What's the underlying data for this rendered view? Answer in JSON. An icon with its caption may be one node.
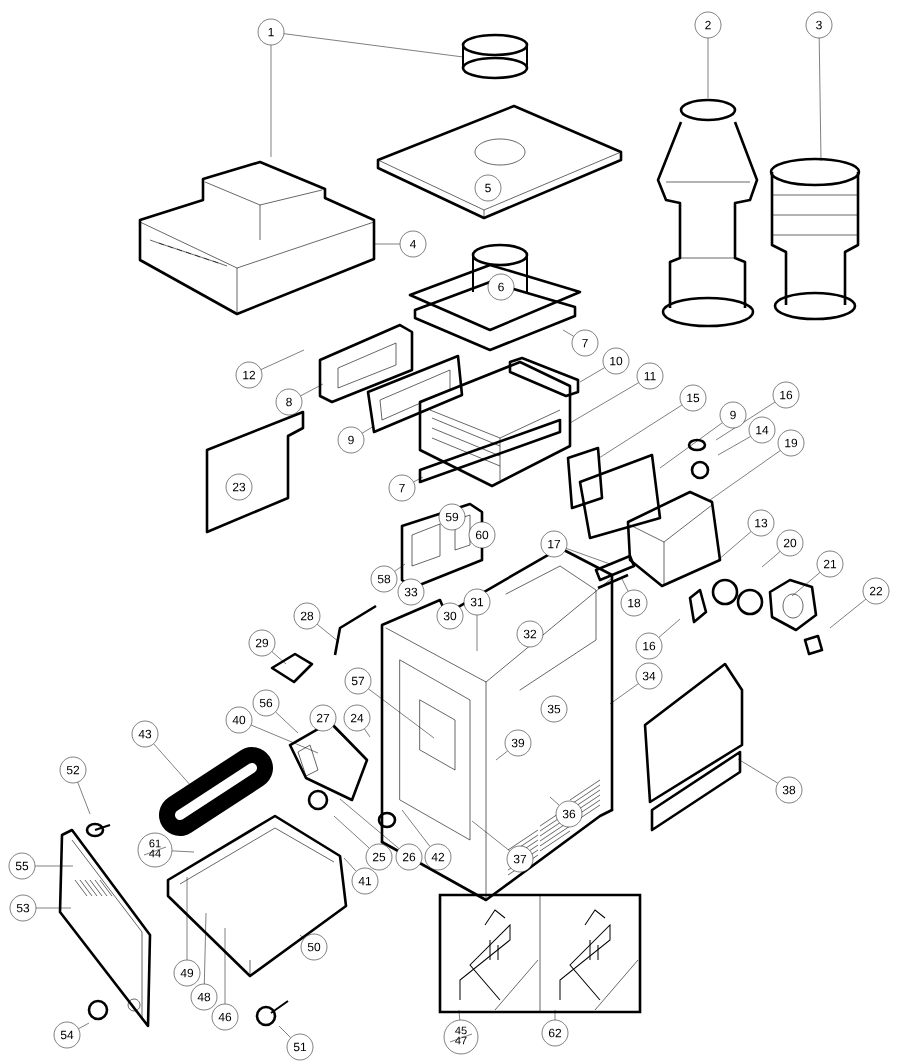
{
  "diagram": {
    "nodes": [
      {
        "text": [
          "1"
        ]
      },
      {
        "text": [
          "2"
        ]
      },
      {
        "text": [
          "3"
        ]
      },
      {
        "text": [
          "4"
        ]
      },
      {
        "text": [
          "5"
        ]
      },
      {
        "text": [
          "6"
        ]
      },
      {
        "text": [
          "7"
        ]
      },
      {
        "text": [
          "10"
        ]
      },
      {
        "text": [
          "12"
        ]
      },
      {
        "text": [
          "11"
        ]
      },
      {
        "text": [
          "15"
        ]
      },
      {
        "text": [
          "16"
        ]
      },
      {
        "text": [
          "8"
        ]
      },
      {
        "text": [
          "9"
        ]
      },
      {
        "text": [
          "14"
        ]
      },
      {
        "text": [
          "9"
        ]
      },
      {
        "text": [
          "19"
        ]
      },
      {
        "text": [
          "23"
        ]
      },
      {
        "text": [
          "7"
        ]
      },
      {
        "text": [
          "59"
        ]
      },
      {
        "text": [
          "13"
        ]
      },
      {
        "text": [
          "60"
        ]
      },
      {
        "text": [
          "17"
        ]
      },
      {
        "text": [
          "20"
        ]
      },
      {
        "text": [
          "21"
        ]
      },
      {
        "text": [
          "58"
        ]
      },
      {
        "text": [
          "33"
        ]
      },
      {
        "text": [
          "22"
        ]
      },
      {
        "text": [
          "31"
        ]
      },
      {
        "text": [
          "18"
        ]
      },
      {
        "text": [
          "30"
        ]
      },
      {
        "text": [
          "28"
        ]
      },
      {
        "text": [
          "32"
        ]
      },
      {
        "text": [
          "16"
        ]
      },
      {
        "text": [
          "29"
        ]
      },
      {
        "text": [
          "34"
        ]
      },
      {
        "text": [
          "57"
        ]
      },
      {
        "text": [
          "56"
        ]
      },
      {
        "text": [
          "35"
        ]
      },
      {
        "text": [
          "24"
        ]
      },
      {
        "text": [
          "27"
        ]
      },
      {
        "text": [
          "40"
        ]
      },
      {
        "text": [
          "43"
        ]
      },
      {
        "text": [
          "39"
        ]
      },
      {
        "text": [
          "52"
        ]
      },
      {
        "text": [
          "38"
        ]
      },
      {
        "text": [
          "36"
        ]
      },
      {
        "text": [
          "25"
        ]
      },
      {
        "text": [
          "26"
        ]
      },
      {
        "text": [
          "42"
        ]
      },
      {
        "text": [
          "61",
          "44"
        ]
      },
      {
        "text": [
          "37"
        ]
      },
      {
        "text": [
          "55"
        ]
      },
      {
        "text": [
          "41"
        ]
      },
      {
        "text": [
          "53"
        ]
      },
      {
        "text": [
          "50"
        ]
      },
      {
        "text": [
          "49"
        ]
      },
      {
        "text": [
          "48"
        ]
      },
      {
        "text": [
          "54"
        ]
      },
      {
        "text": [
          "46"
        ]
      },
      {
        "text": [
          "45",
          "47"
        ]
      },
      {
        "text": [
          "62"
        ]
      },
      {
        "text": [
          "51"
        ]
      }
    ],
    "edges": [
      {
        "from": 0,
        "to": null,
        "arrow": "none"
      },
      {
        "from": 0,
        "to": null,
        "arrow": "none"
      },
      {
        "from": 1,
        "to": null,
        "arrow": "none"
      },
      {
        "from": 2,
        "to": null,
        "arrow": "none"
      },
      {
        "from": 3,
        "to": null,
        "arrow": "none"
      },
      {
        "from": 6,
        "to": null,
        "arrow": "none"
      },
      {
        "from": 7,
        "to": null,
        "arrow": "none"
      },
      {
        "from": 8,
        "to": null,
        "arrow": "none"
      },
      {
        "from": 9,
        "to": null,
        "arrow": "none"
      },
      {
        "from": 10,
        "to": null,
        "arrow": "none"
      },
      {
        "from": 11,
        "to": null,
        "arrow": "none"
      },
      {
        "from": 12,
        "to": null,
        "arrow": "none"
      },
      {
        "from": 13,
        "to": null,
        "arrow": "none"
      },
      {
        "from": 14,
        "to": null,
        "arrow": "none"
      },
      {
        "from": 15,
        "to": null,
        "arrow": "none"
      },
      {
        "from": 16,
        "to": null,
        "arrow": "none"
      },
      {
        "from": 18,
        "to": null,
        "arrow": "none"
      },
      {
        "from": 20,
        "to": null,
        "arrow": "none"
      },
      {
        "from": 22,
        "to": null,
        "arrow": "none"
      },
      {
        "from": 23,
        "to": null,
        "arrow": "none"
      },
      {
        "from": 24,
        "to": null,
        "arrow": "none"
      },
      {
        "from": 25,
        "to": null,
        "arrow": "none"
      },
      {
        "from": 27,
        "to": null,
        "arrow": "none"
      },
      {
        "from": 28,
        "to": null,
        "arrow": "none"
      },
      {
        "from": 29,
        "to": null,
        "arrow": "none"
      },
      {
        "from": 31,
        "to": null,
        "arrow": "none"
      },
      {
        "from": 33,
        "to": null,
        "arrow": "none"
      },
      {
        "from": 34,
        "to": null,
        "arrow": "none"
      },
      {
        "from": 35,
        "to": null,
        "arrow": "none"
      },
      {
        "from": 36,
        "to": null,
        "arrow": "none"
      },
      {
        "from": 37,
        "to": null,
        "arrow": "none"
      },
      {
        "from": 39,
        "to": null,
        "arrow": "none"
      },
      {
        "from": 40,
        "to": null,
        "arrow": "none"
      },
      {
        "from": 41,
        "to": null,
        "arrow": "none"
      },
      {
        "from": 42,
        "to": null,
        "arrow": "none"
      },
      {
        "from": 43,
        "to": null,
        "arrow": "none"
      },
      {
        "from": 44,
        "to": null,
        "arrow": "none"
      },
      {
        "from": 45,
        "to": null,
        "arrow": "none"
      },
      {
        "from": 46,
        "to": null,
        "arrow": "none"
      },
      {
        "from": 47,
        "to": null,
        "arrow": "none"
      },
      {
        "from": 48,
        "to": null,
        "arrow": "none"
      },
      {
        "from": 49,
        "to": null,
        "arrow": "none"
      },
      {
        "from": 50,
        "to": null,
        "arrow": "none"
      },
      {
        "from": 51,
        "to": null,
        "arrow": "none"
      },
      {
        "from": 52,
        "to": null,
        "arrow": "none"
      },
      {
        "from": 53,
        "to": null,
        "arrow": "none"
      },
      {
        "from": 54,
        "to": null,
        "arrow": "none"
      },
      {
        "from": 55,
        "to": null,
        "arrow": "none"
      },
      {
        "from": 56,
        "to": null,
        "arrow": "none"
      },
      {
        "from": 57,
        "to": null,
        "arrow": "none"
      },
      {
        "from": 58,
        "to": null,
        "arrow": "none"
      },
      {
        "from": 59,
        "to": null,
        "arrow": "none"
      },
      {
        "from": 60,
        "to": null,
        "arrow": "none"
      },
      {
        "from": 61,
        "to": null,
        "arrow": "none"
      },
      {
        "from": 62,
        "to": null,
        "arrow": "none"
      }
    ]
  }
}
